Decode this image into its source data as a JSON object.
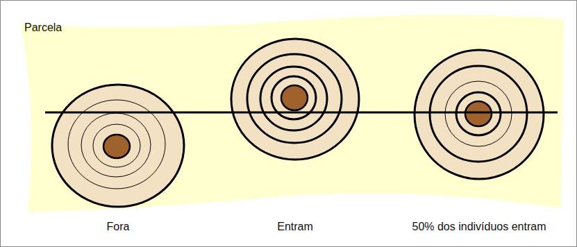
{
  "diagram": {
    "nodes": [
      {
        "text": [
          "Parcela"
        ]
      }
    ],
    "labels": [
      "Fora",
      "Entram",
      "50% dos indivíduos entram"
    ]
  }
}
